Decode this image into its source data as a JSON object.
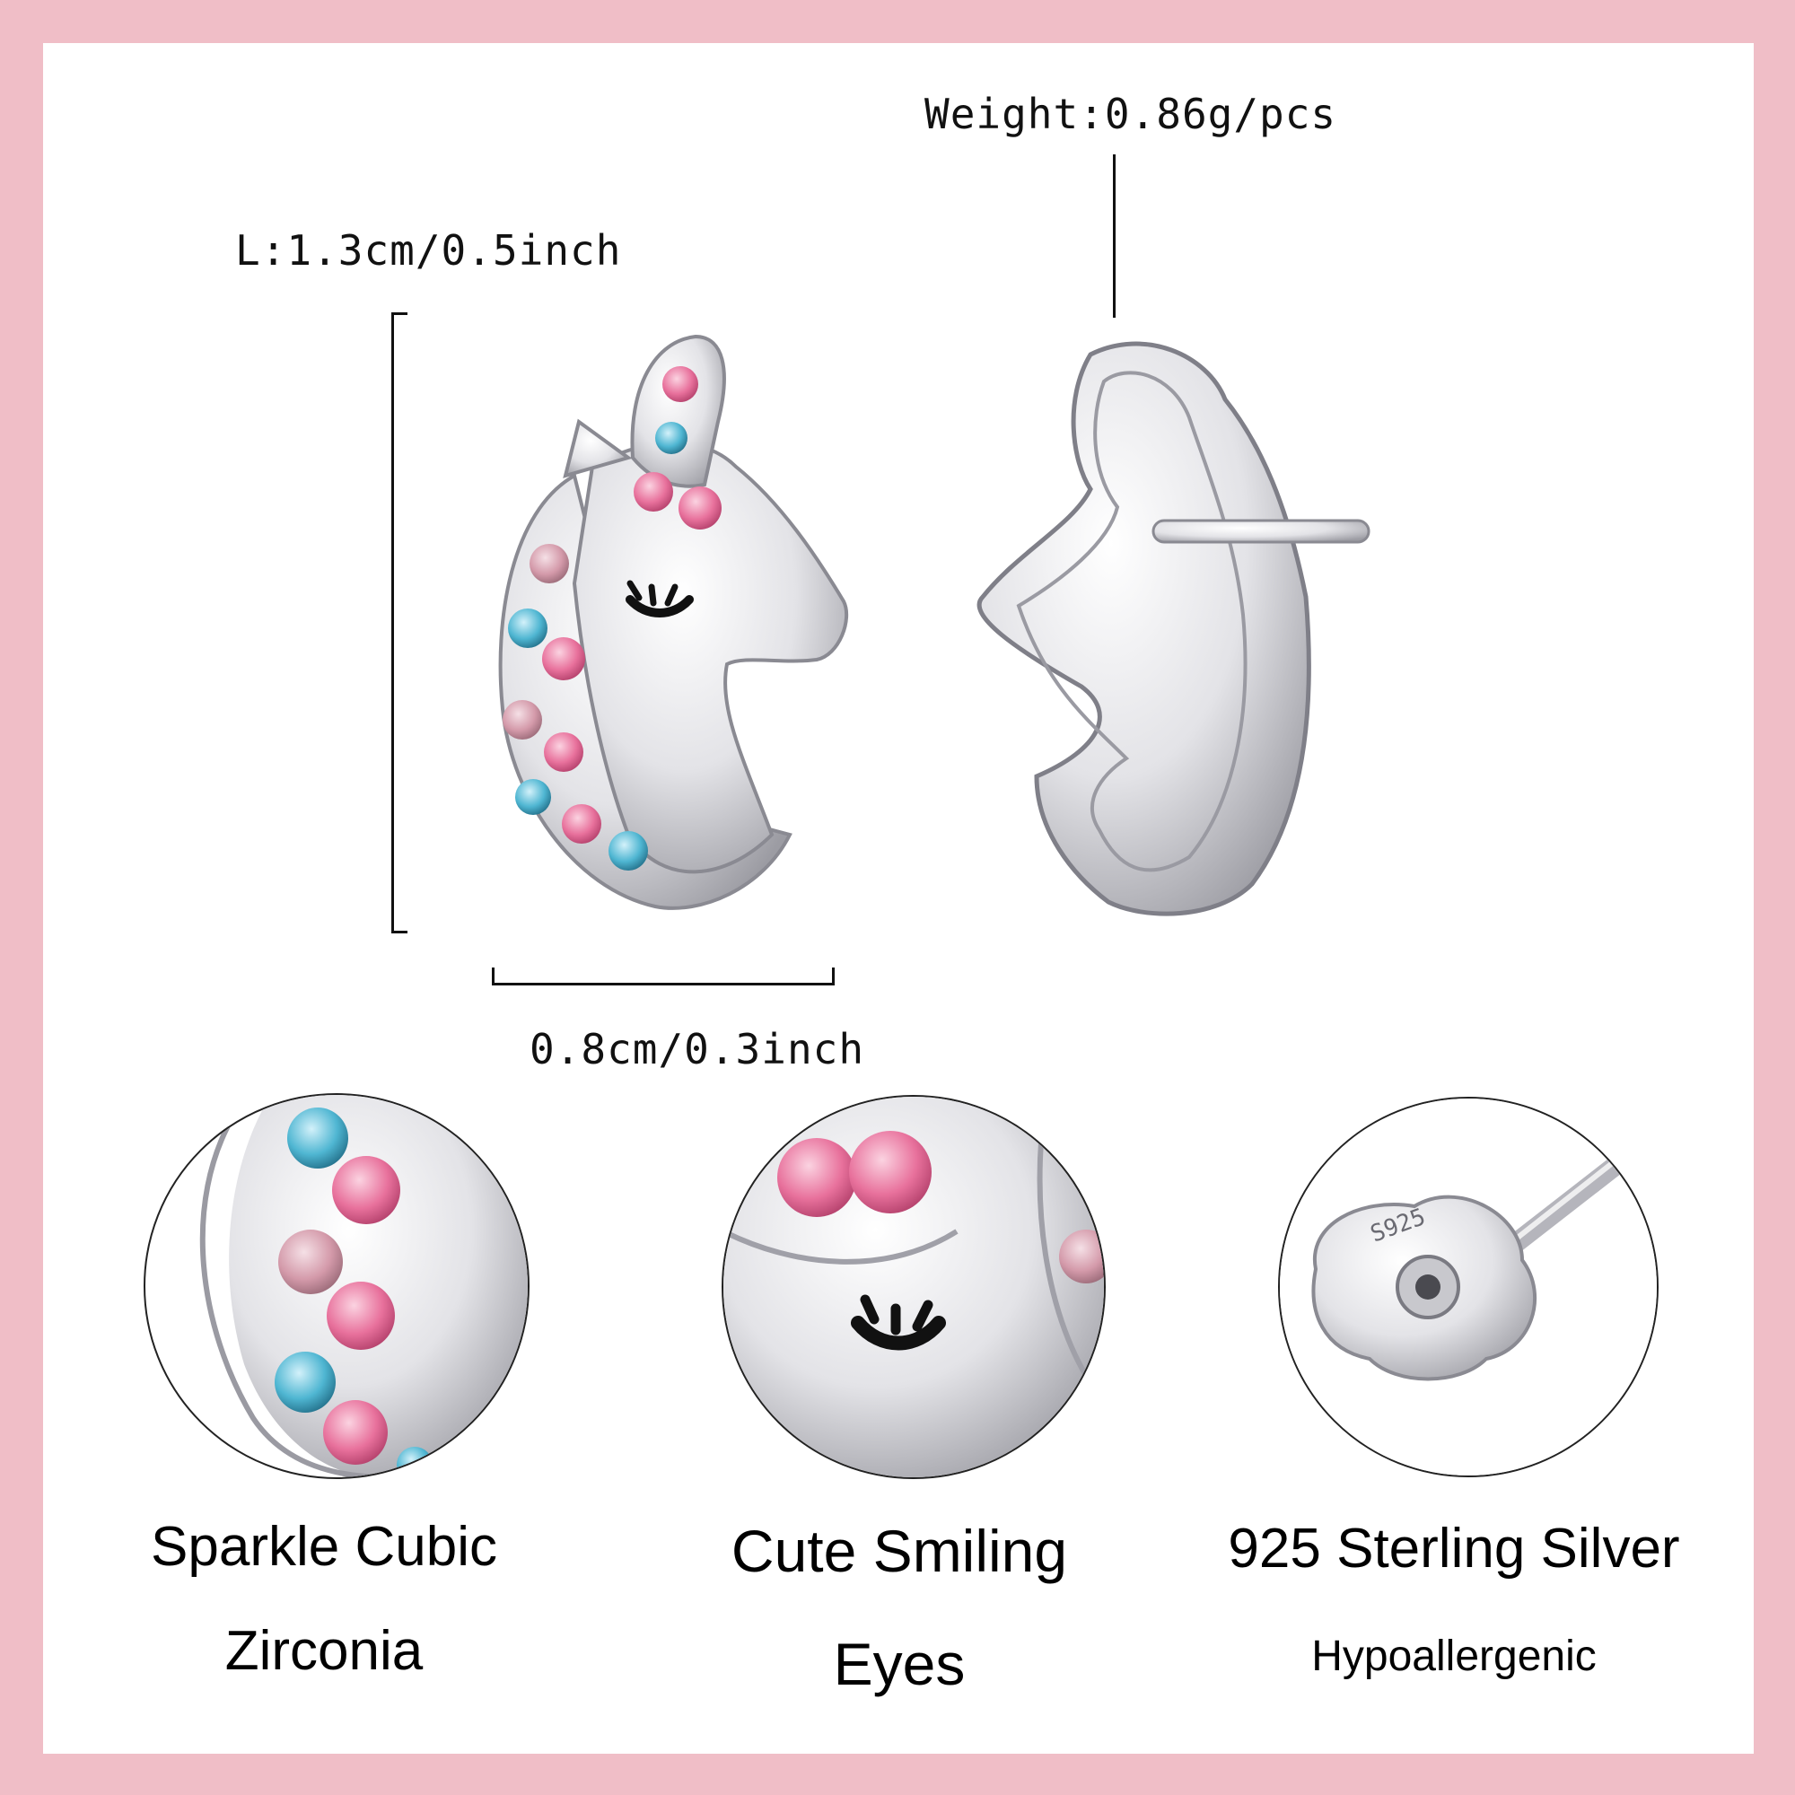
{
  "dimensions": {
    "weight": "Weight:0.86g/pcs",
    "length": "L:1.3cm/0.5inch",
    "width": "0.8cm/0.3inch"
  },
  "features": [
    {
      "line1": "Sparkle Cubic",
      "line2": "Zirconia"
    },
    {
      "line1": "Cute Smiling",
      "line2": "Eyes"
    },
    {
      "line1": "925 Sterling Silver",
      "line2": "Hypoallergenic"
    }
  ],
  "stamp": "S925",
  "colors": {
    "frame": "#f0bec7",
    "pink_gem": "#e8719c",
    "blue_gem": "#4fb6d2",
    "silver": "#d9d9dd"
  }
}
